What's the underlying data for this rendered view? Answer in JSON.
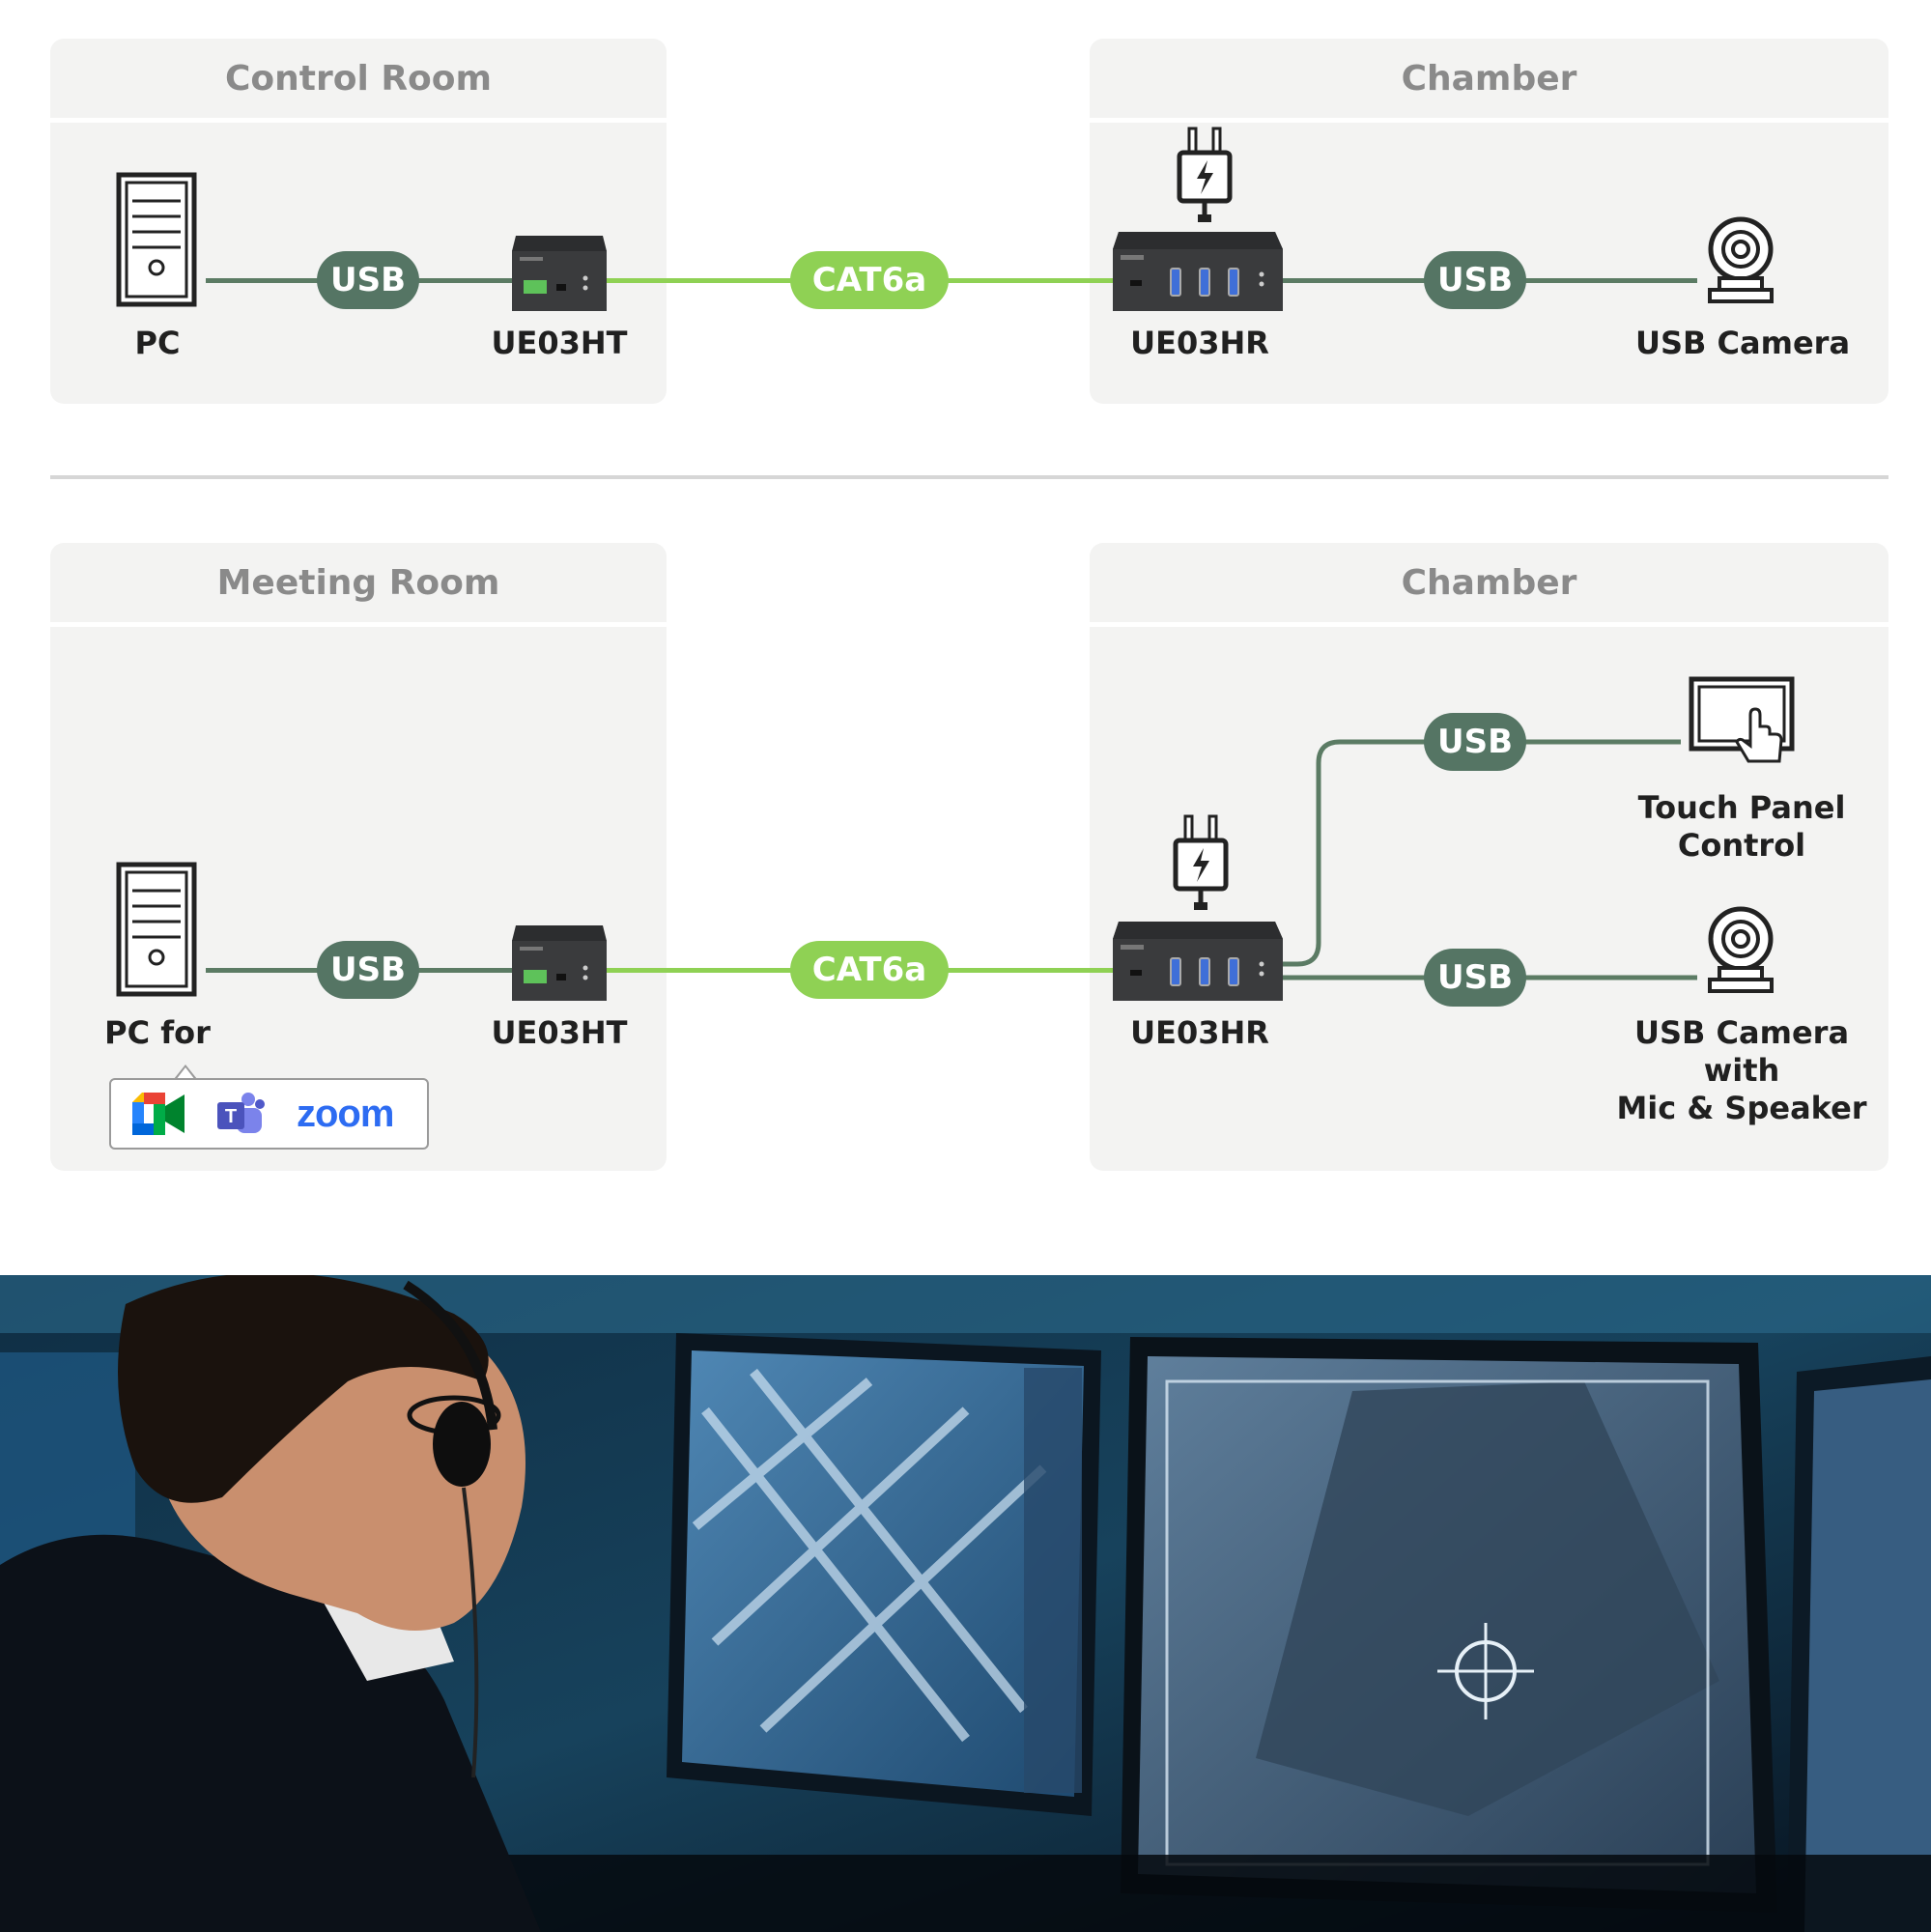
{
  "top_section": {
    "left_panel_title": "Control Room",
    "right_panel_title": "Chamber",
    "pc_label": "PC",
    "transmitter_label": "UE03HT",
    "receiver_label": "UE03HR",
    "usb_left": "USB",
    "cable": "CAT6a",
    "usb_right": "USB",
    "camera_label": "USB Camera"
  },
  "bottom_section": {
    "left_panel_title": "Meeting Room",
    "right_panel_title": "Chamber",
    "pc_label": "PC for",
    "apps": [
      "google-meet-icon",
      "teams-icon",
      "zoom"
    ],
    "zoom_text": "zoom",
    "transmitter_label": "UE03HT",
    "receiver_label": "UE03HR",
    "usb_left": "USB",
    "cable": "CAT6a",
    "usb_touch": "USB",
    "usb_camera": "USB",
    "touch_label_line1": "Touch Panel",
    "touch_label_line2": "Control",
    "camera_label_line1": "USB Camera",
    "camera_label_line2": "with",
    "camera_label_line3": "Mic & Speaker"
  },
  "colors": {
    "panel_bg": "#f3f3f2",
    "usb_line": "#5b7b64",
    "usb_pill": "#557564",
    "cat6a": "#8fd154",
    "title_gray": "#8a8a8a",
    "device_body": "#3a3b3d",
    "usb_port": "#3f6fd8"
  }
}
